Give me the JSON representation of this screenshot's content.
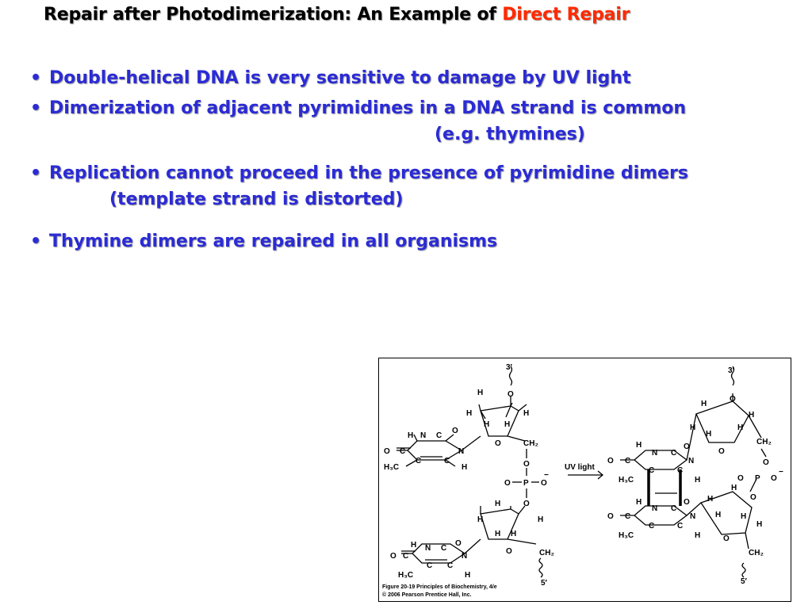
{
  "title": {
    "prefix": "Repair after Photodimerization: An Example of ",
    "accent": "Direct Repair"
  },
  "bullets": [
    {
      "marker": "•",
      "text": "Double-helical DNA is very sensitive to damage by UV light",
      "continuation": ""
    },
    {
      "marker": "•",
      "text": "Dimerization of adjacent pyrimidines in a DNA strand is common",
      "continuation": "(e.g. thymines)"
    },
    {
      "marker": "•",
      "text": "Replication cannot proceed in the presence of pyrimidine dimers",
      "continuation": "(template strand is distorted)"
    },
    {
      "marker": "•",
      "text": "Thymine dimers are repaired in all organisms",
      "continuation": ""
    }
  ],
  "figure": {
    "arrow_label": "UV light",
    "caption_line1": "Figure 20-19  Principles of Biochemistry, 4/e",
    "caption_line2": "© 2006 Pearson Prentice Hall, Inc.",
    "labels": {
      "three_prime": "3′",
      "five_prime": "5′",
      "O": "O",
      "H": "H",
      "C": "C",
      "N": "N",
      "P": "P",
      "CH2": "CH₂",
      "H3C": "H₃C",
      "minus": "−"
    }
  },
  "colors": {
    "title": "#000000",
    "accent": "#ff2a00",
    "bullet": "#2b2bd6"
  }
}
